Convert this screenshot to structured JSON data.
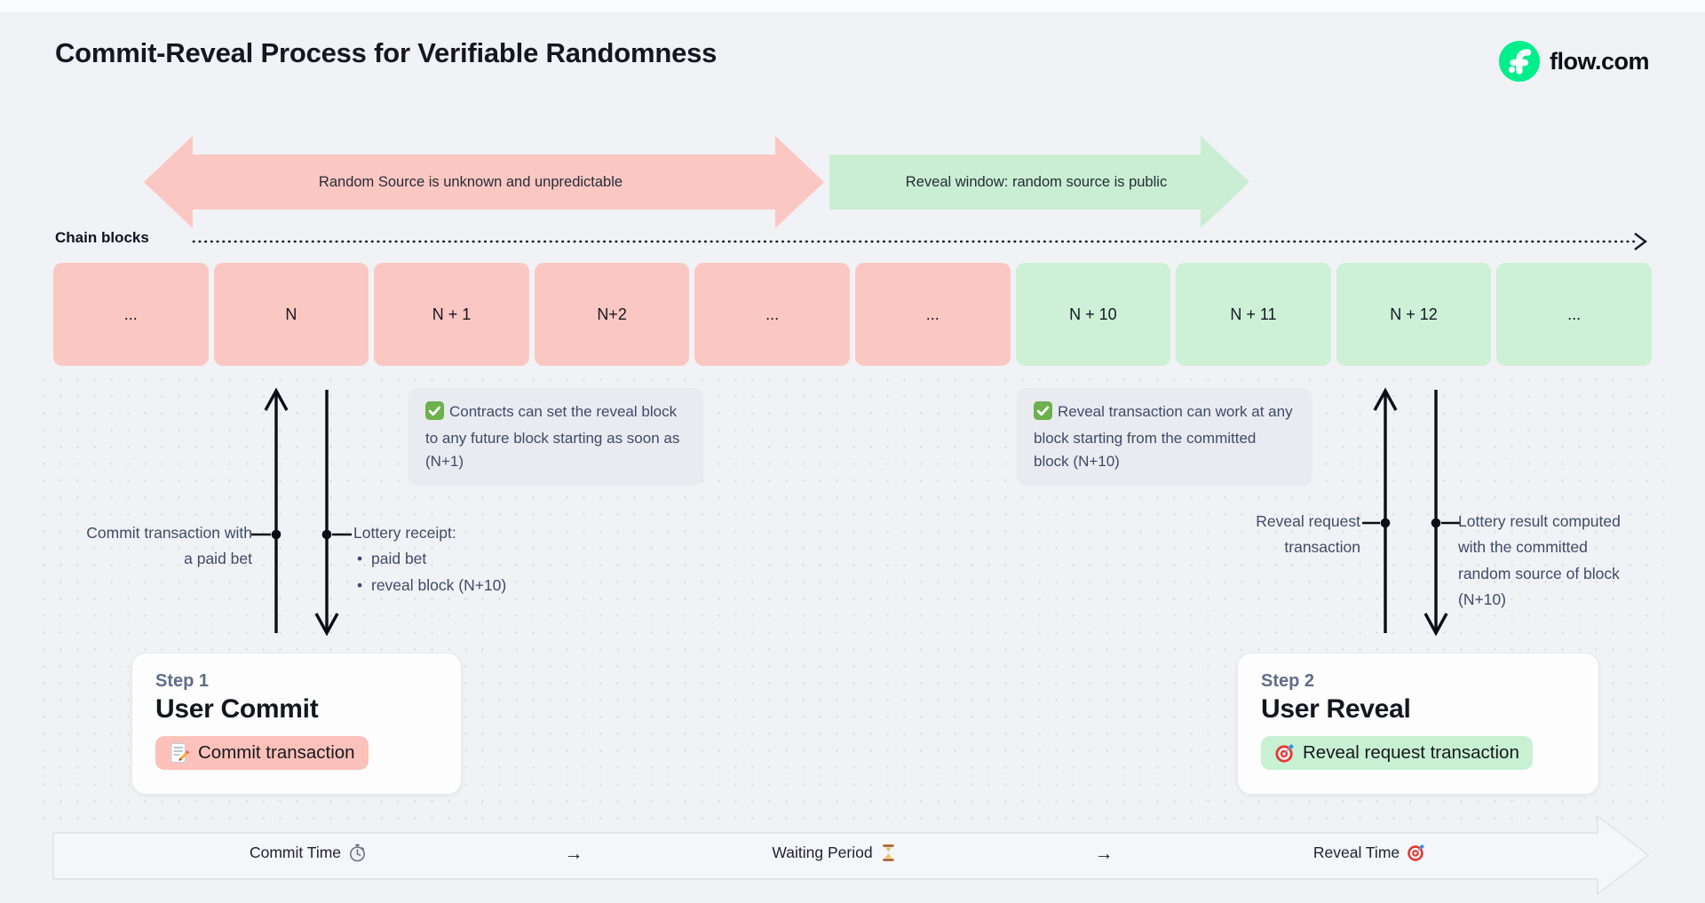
{
  "header": {
    "title": "Commit-Reveal Process for Verifiable Randomness",
    "brand": "flow.com"
  },
  "phases": {
    "unknown_label": "Random Source is unknown and unpredictable",
    "reveal_label": "Reveal window: random source is public"
  },
  "chain": {
    "label": "Chain blocks",
    "blocks": [
      "...",
      "N",
      "N + 1",
      "N+2",
      "...",
      "...",
      "N + 10",
      "N + 11",
      "N + 12",
      "..."
    ]
  },
  "callouts": {
    "commit": "Contracts can set the reveal block to any future block starting as soon as (N+1)",
    "reveal": "Reveal transaction can work at any block starting from the committed block (N+10)"
  },
  "annotations": {
    "commit_tx": "Commit transaction with a paid bet",
    "receipt_title": "Lottery receipt:",
    "receipt_items": [
      "paid bet",
      "reveal block (N+10)"
    ],
    "reveal_request": "Reveal request transaction",
    "lottery_result": "Lottery result computed with the committed random source of block (N+10)"
  },
  "steps": [
    {
      "label": "Step 1",
      "title": "User Commit",
      "action": "Commit transaction",
      "icon": "memo-icon"
    },
    {
      "label": "Step 2",
      "title": "User Reveal",
      "action": "Reveal request transaction",
      "icon": "target-icon"
    }
  ],
  "timeline": {
    "commit": "Commit Time",
    "arrow1": "→",
    "waiting": "Waiting Period",
    "arrow2": "→",
    "reveal": "Reveal Time",
    "icons": {
      "commit": "stopwatch-icon",
      "waiting": "hourglass-icon",
      "reveal": "target-icon"
    }
  },
  "icons": {
    "brand": "flow-icon",
    "callout_check": "check-icon"
  },
  "colors": {
    "background": "#f1f2f6",
    "brand_green": "#00ef8b",
    "phase_red": "#fbc7c2",
    "phase_green": "#c9eed3",
    "block_red": "#fbc7c2",
    "block_green": "#cdf0d6",
    "pill_red": "#fbc1ba",
    "pill_green": "#c8f0d2",
    "ink": "#0b0e14",
    "annotation_text": "#3e4b66"
  }
}
